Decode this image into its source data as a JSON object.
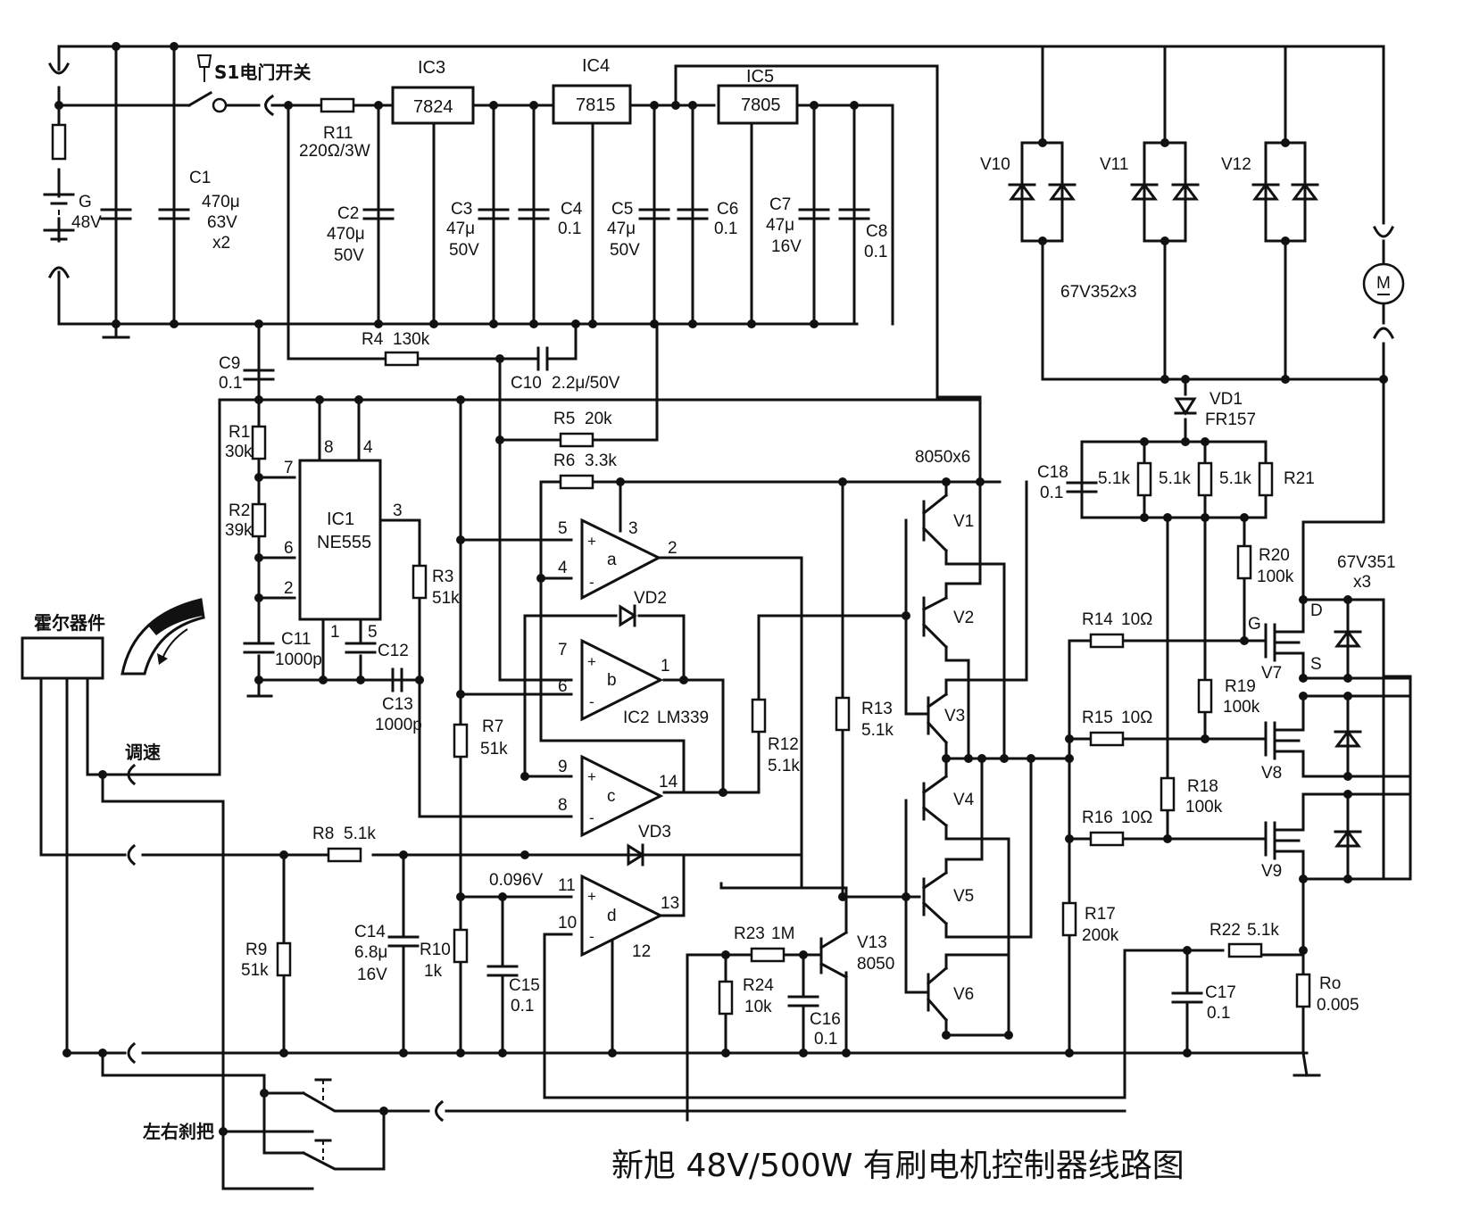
{
  "title": "新旭 48V/500W 有刷电机控制器线路图",
  "colors": {
    "ink": "#111111",
    "paper": "#ffffff"
  },
  "power": {
    "battery": {
      "ref": "G",
      "value": "48V"
    },
    "switch": {
      "label": "S1电门开关"
    },
    "c1": {
      "ref": "C1",
      "value": "470μ",
      "rating": "63V",
      "qty": "x2"
    },
    "r11": {
      "ref": "R11",
      "value": "220Ω/3W"
    },
    "c2": {
      "ref": "C2",
      "value": "470μ",
      "rating": "50V"
    },
    "ic3": {
      "ref": "IC3",
      "part": "7824"
    },
    "ic4": {
      "ref": "IC4",
      "part": "7815"
    },
    "ic5": {
      "ref": "IC5",
      "part": "7805"
    },
    "c3": {
      "ref": "C3",
      "value": "47μ",
      "rating": "50V"
    },
    "c4": {
      "ref": "C4",
      "value": "0.1"
    },
    "c5": {
      "ref": "C5",
      "value": "47μ",
      "rating": "50V"
    },
    "c6": {
      "ref": "C6",
      "value": "0.1"
    },
    "c7": {
      "ref": "C7",
      "value": "47μ",
      "rating": "16V"
    },
    "c8": {
      "ref": "C8",
      "value": "0.1"
    }
  },
  "timer": {
    "c9": {
      "ref": "C9",
      "value": "0.1"
    },
    "r1": {
      "ref": "R1",
      "value": "30k"
    },
    "r2": {
      "ref": "R2",
      "value": "39k"
    },
    "ic1": {
      "ref": "IC1",
      "part": "NE555"
    },
    "pins": {
      "p8": "8",
      "p4": "4",
      "p7": "7",
      "p6": "6",
      "p2": "2",
      "p3": "3",
      "p1": "1",
      "p5": "5"
    },
    "c11": {
      "ref": "C11",
      "value": "1000p"
    },
    "c12": {
      "ref": "C12"
    },
    "c13": {
      "ref": "C13",
      "value": "1000p"
    },
    "r3": {
      "ref": "R3",
      "value": "51k"
    }
  },
  "feedback": {
    "r4": {
      "ref": "R4",
      "value": "130k"
    },
    "c10": {
      "ref": "C10",
      "value": "2.2μ/50V"
    },
    "r5": {
      "ref": "R5",
      "value": "20k"
    },
    "r6": {
      "ref": "R6",
      "value": "3.3k"
    }
  },
  "comparator": {
    "ic2": {
      "ref": "IC2",
      "part": "LM339"
    },
    "a": {
      "name": "a",
      "plus": "5",
      "minus": "4",
      "out": "2",
      "vcc": "3"
    },
    "b": {
      "name": "b",
      "plus": "7",
      "minus": "6",
      "out": "1"
    },
    "c": {
      "name": "c",
      "plus": "9",
      "minus": "8",
      "out": "14"
    },
    "d": {
      "name": "d",
      "plus": "11",
      "minus": "10",
      "out": "13",
      "gnd": "12"
    },
    "vd2": {
      "ref": "VD2"
    },
    "vd3": {
      "ref": "VD3"
    },
    "ref_voltage": "0.096V",
    "r7": {
      "ref": "R7",
      "value": "51k"
    },
    "r10": {
      "ref": "R10",
      "value": "1k"
    },
    "c15": {
      "ref": "C15",
      "value": "0.1"
    },
    "r12": {
      "ref": "R12",
      "value": "5.1k"
    },
    "r13": {
      "ref": "R13",
      "value": "5.1k"
    }
  },
  "throttle": {
    "hall_label": "霍尔器件",
    "speed_label": "调速",
    "r8": {
      "ref": "R8",
      "value": "5.1k"
    },
    "r9": {
      "ref": "R9",
      "value": "51k"
    },
    "c14": {
      "ref": "C14",
      "value": "6.8μ",
      "rating": "16V"
    }
  },
  "brake": {
    "label": "左右刹把",
    "r23": {
      "ref": "R23",
      "value": "1M"
    },
    "r24": {
      "ref": "R24",
      "value": "10k"
    },
    "c16": {
      "ref": "C16",
      "value": "0.1"
    },
    "v13": {
      "ref": "V13",
      "part": "8050"
    }
  },
  "driver": {
    "part_note": "8050x6",
    "transistors": [
      "V1",
      "V2",
      "V3",
      "V4",
      "V5",
      "V6"
    ]
  },
  "output": {
    "diodes": {
      "v10": "V10",
      "v11": "V11",
      "v12": "V12",
      "part_note": "67V352x3"
    },
    "vd1": {
      "ref": "VD1",
      "part": "FR157"
    },
    "c18": {
      "ref": "C18",
      "value": "0.1"
    },
    "bias_resistors": [
      "5.1k",
      "5.1k",
      "5.1k"
    ],
    "r21": {
      "ref": "R21"
    },
    "r20": {
      "ref": "R20",
      "value": "100k"
    },
    "r19": {
      "ref": "R19",
      "value": "100k"
    },
    "r18": {
      "ref": "R18",
      "value": "100k"
    },
    "r14": {
      "ref": "R14",
      "value": "10Ω"
    },
    "r15": {
      "ref": "R15",
      "value": "10Ω"
    },
    "r16": {
      "ref": "R16",
      "value": "10Ω"
    },
    "r17": {
      "ref": "R17",
      "value": "200k"
    },
    "r22": {
      "ref": "R22",
      "value": "5.1k"
    },
    "c17": {
      "ref": "C17",
      "value": "0.1"
    },
    "ro": {
      "ref": "Ro",
      "value": "0.005"
    },
    "mosfets": {
      "v7": "V7",
      "v8": "V8",
      "v9": "V9",
      "part_note": "67V351",
      "qty": "x3",
      "gate": "G",
      "drain": "D",
      "source": "S"
    },
    "motor": {
      "symbol": "M"
    }
  }
}
